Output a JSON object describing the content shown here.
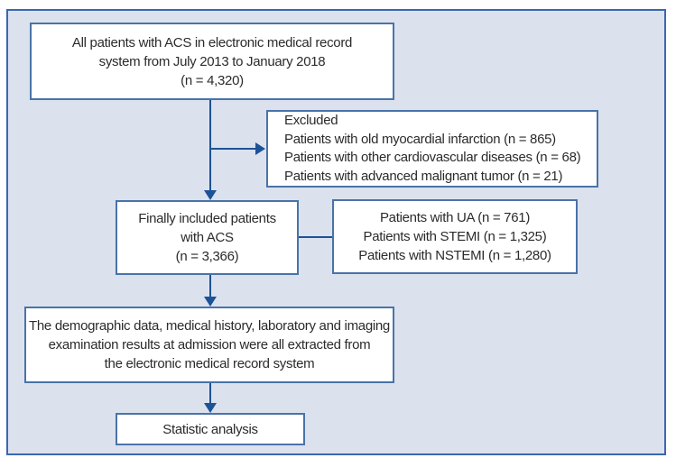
{
  "figure": {
    "type": "flowchart",
    "background_color": "#dce1ee",
    "frame_border_color": "#3a67b0",
    "box_border_color": "#4973a8",
    "arrow_color": "#1c5296",
    "text_color": "#2b2b2b"
  },
  "boxes": {
    "all_patients": {
      "lines": {
        "0": "All patients with ACS in electronic medical record",
        "1": "system from July 2013 to January 2018",
        "2": "(n = 4,320)"
      }
    },
    "excluded": {
      "lines": {
        "0": "Excluded",
        "1": "Patients with old myocardial infarction (n = 865)",
        "2": "Patients with other cardiovascular diseases (n = 68)",
        "3": "Patients with advanced malignant tumor (n = 21)"
      }
    },
    "finally_included": {
      "lines": {
        "0": "Finally included patients",
        "1": "with ACS",
        "2": "(n = 3,366)"
      }
    },
    "subtypes": {
      "lines": {
        "0": "Patients with UA (n = 761)",
        "1": "Patients with STEMI (n = 1,325)",
        "2": "Patients with NSTEMI (n = 1,280)"
      }
    },
    "data_extraction": {
      "lines": {
        "0": "The demographic data, medical history, laboratory and imaging",
        "1": "examination results at admission were all extracted from",
        "2": "the electronic medical record system"
      }
    },
    "statistic_analysis": {
      "lines": {
        "0": "Statistic analysis"
      }
    }
  }
}
